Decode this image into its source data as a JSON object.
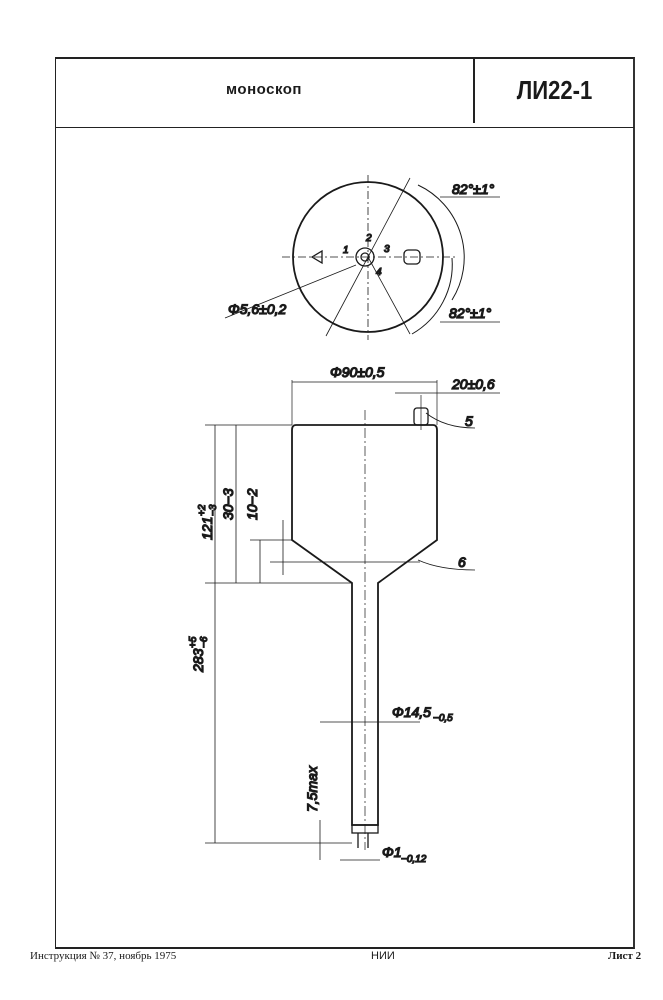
{
  "header": {
    "title": "моноскоп",
    "code": "ЛИ22-1"
  },
  "top_view": {
    "angle_top": "82°±1°",
    "angle_bottom": "82°±1°",
    "center_diameter": "Φ5,6±0,2",
    "pins": [
      "1",
      "2",
      "3",
      "4"
    ]
  },
  "side_view": {
    "diameter_bulb": "Φ90±0,5",
    "offset": "20±0,6",
    "callout_5": "5",
    "callout_6": "6",
    "height_121": {
      "base": "121",
      "sup": "+2",
      "sub": "−3"
    },
    "dim_30": "30−3",
    "dim_10": "10−2",
    "height_283": {
      "base": "283",
      "sup": "+5",
      "sub": "−6"
    },
    "diameter_stem": {
      "base": "Φ14,5",
      "sub": "−0,5"
    },
    "pin_length": "7,5max",
    "diameter_pin": {
      "base": "Φ1",
      "sub": "−0,12"
    }
  },
  "footer": {
    "left": "Инструкция № 37, ноябрь 1975",
    "center": "НИИ",
    "right": "Лист 2"
  }
}
